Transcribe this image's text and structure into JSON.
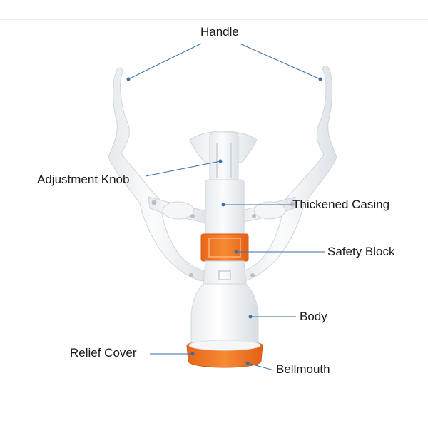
{
  "labels": {
    "handle": "Handle",
    "adjustment_knob": "Adjustment Knob",
    "thickened_casing": "Thickened Casing",
    "safety_block": "Safety Block",
    "body": "Body",
    "relief_cover": "Relief Cover",
    "bellmouth": "Bellmouth"
  },
  "colors": {
    "device_white": "#f2f4f6",
    "device_shadow": "#d8dde3",
    "accent_orange": "#f47a1f",
    "leader_line": "#3a6ea5"
  }
}
